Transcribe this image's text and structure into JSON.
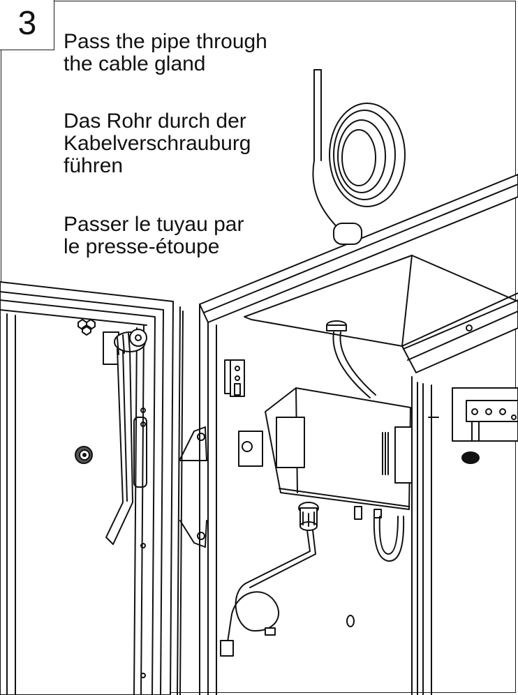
{
  "step": "3",
  "instructions": {
    "english": [
      "Pass the pipe through",
      "the cable gland"
    ],
    "german": [
      "Das Rohr durch der",
      "Kabelverschrauburg",
      "führen"
    ],
    "french": [
      "Passer le tuyau par",
      "le presse-étoupe"
    ]
  }
}
